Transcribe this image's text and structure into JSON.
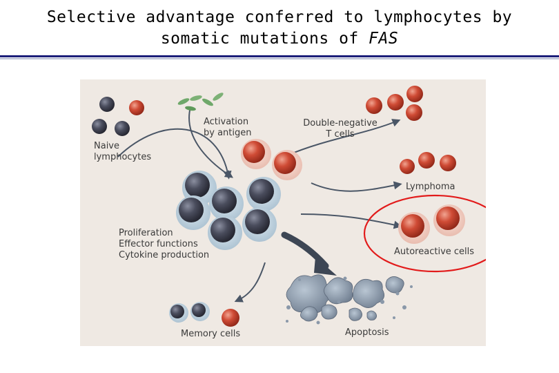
{
  "title": {
    "line1": "Selective advantage conferred to lymphocytes by",
    "line2_prefix": "somatic mutations of ",
    "line2_gene": "FAS"
  },
  "labels": {
    "naive": [
      "Naive",
      "lymphocytes"
    ],
    "activation": [
      "Activation",
      "by antigen"
    ],
    "double_negative": [
      "Double-negative",
      "T cells"
    ],
    "lymphoma": "Lymphoma",
    "autoreactive": "Autoreactive cells",
    "proliferation": [
      "Proliferation",
      "Effector functions",
      "Cytokine production"
    ],
    "memory": "Memory cells",
    "apoptosis": "Apoptosis"
  },
  "colors": {
    "red_cell": "#c8402c",
    "dark_cell": "#3e4150",
    "halo": "#b7cbd9",
    "arrow": "#4a5666",
    "highlight": "#e21b1b",
    "background": "#efe9e3"
  }
}
